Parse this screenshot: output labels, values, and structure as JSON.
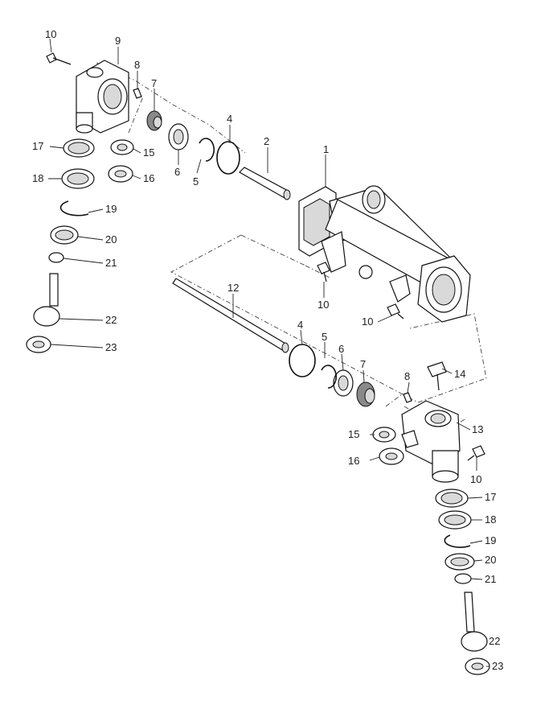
{
  "labels": {
    "l1": "1",
    "l2": "2",
    "l4a": "4",
    "l5a": "5",
    "l6a": "6",
    "l7a": "7",
    "l8a": "8",
    "l9": "9",
    "l10a": "10",
    "l10b": "10",
    "l10c": "10",
    "l10d": "10",
    "l12": "12",
    "l4b": "4",
    "l5b": "5",
    "l6b": "6",
    "l7b": "7",
    "l8b": "8",
    "l13": "13",
    "l14": "14",
    "l15a": "15",
    "l16a": "16",
    "l15b": "15",
    "l16b": "16",
    "l17a": "17",
    "l18a": "18",
    "l19a": "19",
    "l20a": "20",
    "l21a": "21",
    "l22a": "22",
    "l23a": "23",
    "l17b": "17",
    "l18b": "18",
    "l19b": "19",
    "l20b": "20",
    "l21b": "21",
    "l22b": "22",
    "l23b": "23"
  }
}
